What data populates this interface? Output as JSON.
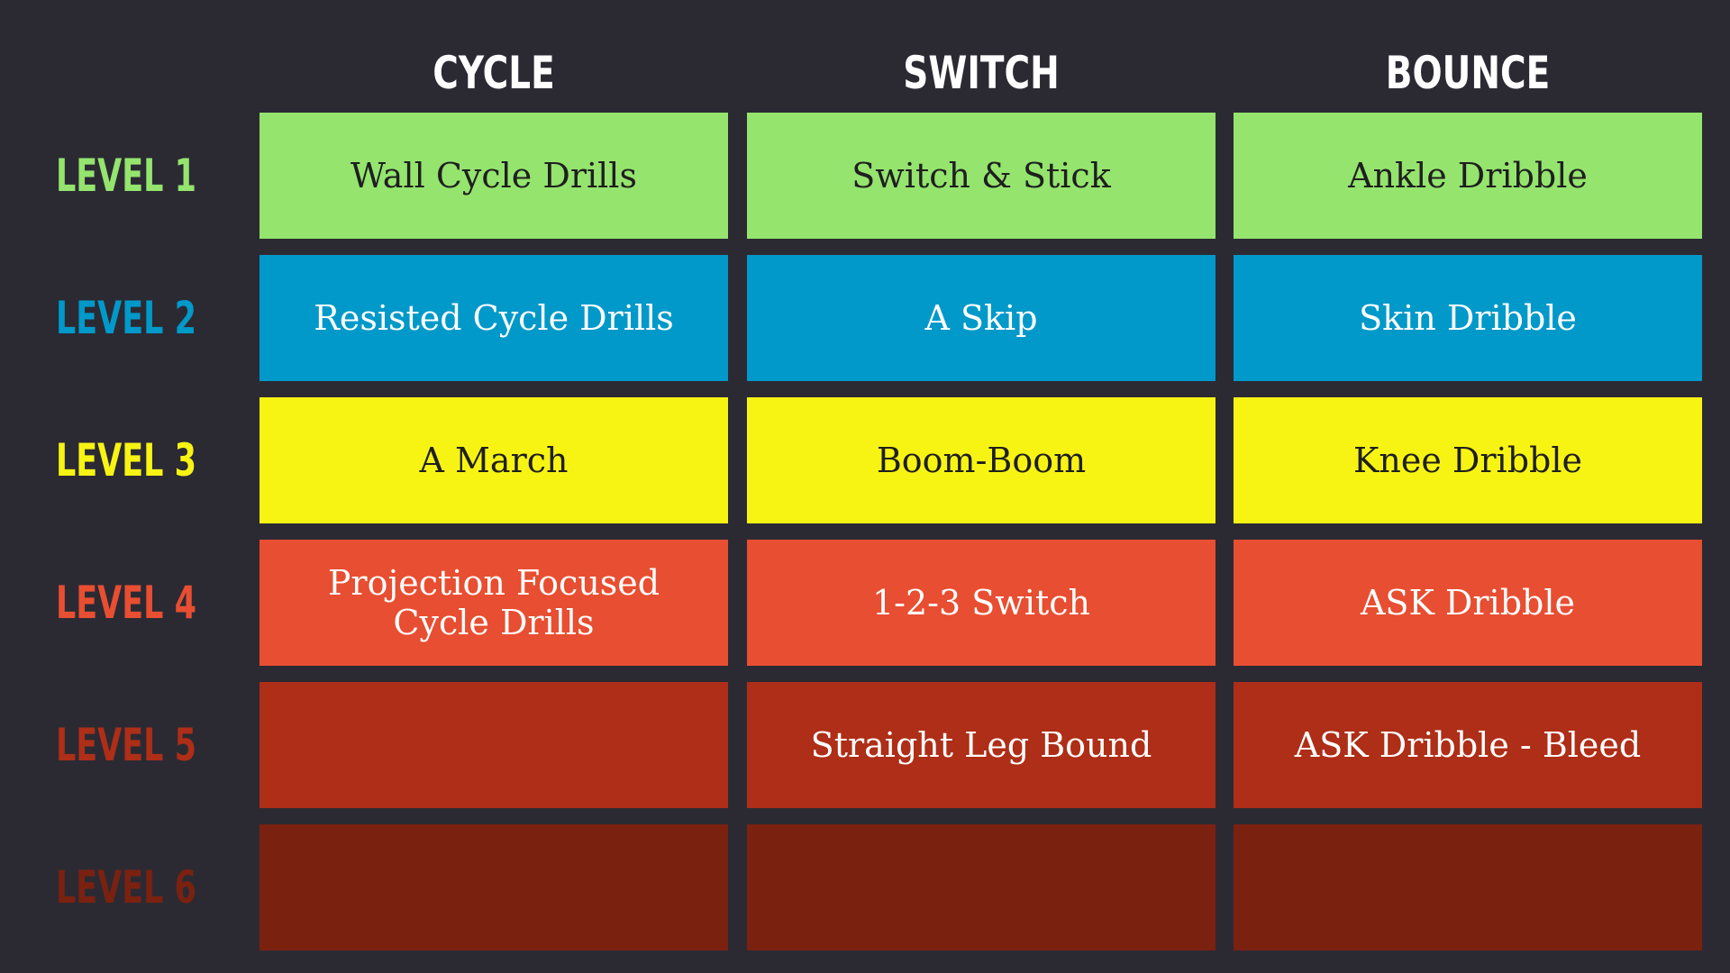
{
  "columns": [
    "CYCLE",
    "SWITCH",
    "BOUNCE"
  ],
  "levels": [
    {
      "label": "LEVEL 1",
      "label_color": "#94e46e",
      "cell_color": "#94e46e",
      "text_color": "#1f1f1f",
      "cells": [
        "Wall Cycle Drills",
        "Switch & Stick",
        "Ankle Dribble"
      ]
    },
    {
      "label": "LEVEL 2",
      "label_color": "#0099c9",
      "cell_color": "#0099c9",
      "text_color": "#ffffff",
      "cells": [
        "Resisted Cycle Drills",
        "A Skip",
        "Skin Dribble"
      ]
    },
    {
      "label": "LEVEL 3",
      "label_color": "#f7f414",
      "cell_color": "#f7f414",
      "text_color": "#1f1f1f",
      "cells": [
        "A March",
        "Boom-Boom",
        "Knee Dribble"
      ]
    },
    {
      "label": "LEVEL 4",
      "label_color": "#e84e31",
      "cell_color": "#e84e31",
      "text_color": "#ffffff",
      "cells": [
        "Projection Focused\nCycle Drills",
        "1-2-3 Switch",
        "ASK Dribble"
      ]
    },
    {
      "label": "LEVEL 5",
      "label_color": "#ae2e17",
      "cell_color": "#ae2e17",
      "text_color": "#ffffff",
      "cells": [
        "",
        "Straight Leg Bound",
        "ASK Dribble - Bleed"
      ]
    },
    {
      "label": "LEVEL 6",
      "label_color": "#7b2110",
      "cell_color": "#7b2110",
      "text_color": "#ffffff",
      "cells": [
        "",
        "",
        ""
      ]
    }
  ]
}
